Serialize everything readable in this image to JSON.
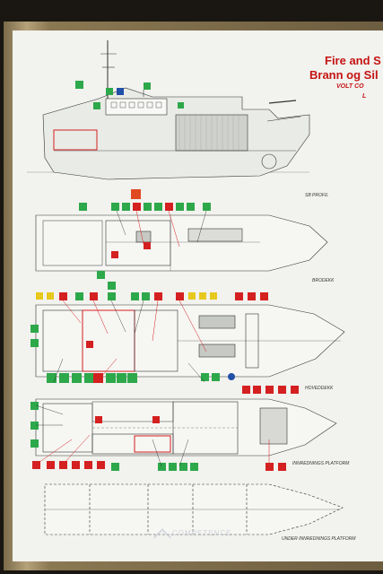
{
  "poster": {
    "title_line1": "Fire and S",
    "title_line2": "Brann og Sil",
    "title_line3": "VOLT CO",
    "title_line4": "L"
  },
  "decks": {
    "profile": "SB PROFIL",
    "bridge": "BRODEKK",
    "main": "HOVEDDEKK",
    "platform": "INNREDNINGS PLATFORM",
    "under_platform": "UNDER INNREDNINGS PLATFORM"
  },
  "watermark": "COMPETENCE",
  "colors": {
    "poster_bg": "#f2f2ee",
    "frame": "#a08c62",
    "title_red": "#c41414",
    "safety_green": "#2da84a",
    "fire_red": "#d42020"
  }
}
